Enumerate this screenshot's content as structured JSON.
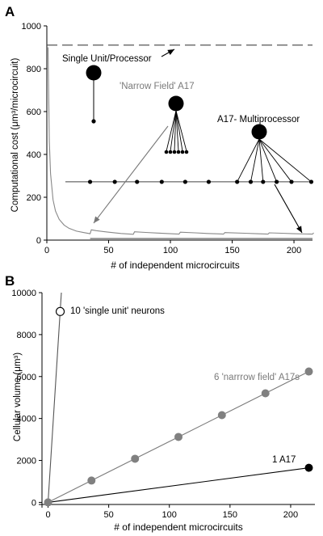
{
  "chart_data": [
    {
      "panel_label": "A",
      "type": "line",
      "xlabel": "# of independent microcircuits",
      "ylabel": "Computational cost (μm³/microcircuit)",
      "xlim": [
        0,
        215
      ],
      "ylim": [
        0,
        1000
      ],
      "xticks": [
        0,
        50,
        100,
        150,
        200
      ],
      "yticks": [
        0,
        200,
        400,
        600,
        800,
        1000
      ],
      "series": [
        {
          "name": "Single Unit/Processor",
          "style": "dashed",
          "color": "#444444",
          "x": [
            0,
            215
          ],
          "y": [
            910,
            910
          ]
        },
        {
          "name": "'Narrow Field' A17",
          "style": "solid",
          "color": "#888888",
          "x": [
            1,
            2,
            3,
            5,
            7,
            10,
            14,
            18,
            24,
            30,
            35,
            36,
            40,
            50,
            60,
            70,
            71,
            80,
            90,
            100,
            107,
            108,
            120,
            130,
            140,
            143,
            144,
            160,
            170,
            179,
            180,
            190,
            200,
            215,
            216
          ],
          "y": [
            900,
            460,
            310,
            188,
            136,
            97,
            70,
            55,
            42,
            35,
            30,
            48,
            44,
            37,
            31,
            27,
            39,
            36,
            33,
            30,
            28,
            37,
            34,
            31,
            29,
            28,
            35,
            32,
            30,
            28,
            34,
            32,
            30,
            28,
            34
          ]
        },
        {
          "name": "A17- Multiprocessor",
          "style": "solid",
          "color": "#555555",
          "x": [
            35,
            215
          ],
          "y": [
            7,
            7
          ]
        }
      ],
      "reference_line": {
        "y": 272,
        "x": [
          15,
          215
        ]
      },
      "dots": [
        {
          "x": 35,
          "y": 272
        },
        {
          "x": 55,
          "y": 272
        },
        {
          "x": 73,
          "y": 272
        },
        {
          "x": 93,
          "y": 272
        },
        {
          "x": 112,
          "y": 272
        },
        {
          "x": 131,
          "y": 272
        },
        {
          "x": 154,
          "y": 272
        },
        {
          "x": 165,
          "y": 272
        },
        {
          "x": 175,
          "y": 272
        },
        {
          "x": 186,
          "y": 272
        },
        {
          "x": 198,
          "y": 272
        },
        {
          "x": 214,
          "y": 272
        }
      ],
      "annotations": [
        {
          "text": "Single Unit/Processor",
          "x": 8,
          "y": 845
        },
        {
          "text": "'Narrow Field' A17",
          "x": 72,
          "y": 710
        },
        {
          "text": "A17- Multiprocessor",
          "x": 150,
          "y": 560
        }
      ]
    },
    {
      "panel_label": "B",
      "type": "line",
      "xlabel": "# of independent microcircuits",
      "ylabel": "Cellular volume (μm³)",
      "xlim": [
        -5,
        220
      ],
      "ylim": [
        -100,
        10000
      ],
      "xticks": [
        0,
        50,
        100,
        150,
        200
      ],
      "yticks": [
        0,
        2000,
        4000,
        6000,
        8000,
        10000
      ],
      "series": [
        {
          "name": "10 'single unit' neurons",
          "marker": "open-circle",
          "color": "#555555",
          "x": [
            0,
            10
          ],
          "y": [
            0,
            9100
          ],
          "line_extends_to": {
            "x": 11,
            "y": 10000
          }
        },
        {
          "name": "6 'narrrow field' A17s",
          "marker": "gray-circle",
          "color": "#7a7a7a",
          "x": [
            0,
            35.8,
            71.7,
            107.5,
            143.3,
            179.2,
            215
          ],
          "y": [
            0,
            1040,
            2080,
            3120,
            4160,
            5200,
            6240
          ]
        },
        {
          "name": "1 A17",
          "marker": "black-circle",
          "color": "#000000",
          "x": [
            0,
            215
          ],
          "y": [
            0,
            1650
          ]
        }
      ]
    }
  ]
}
